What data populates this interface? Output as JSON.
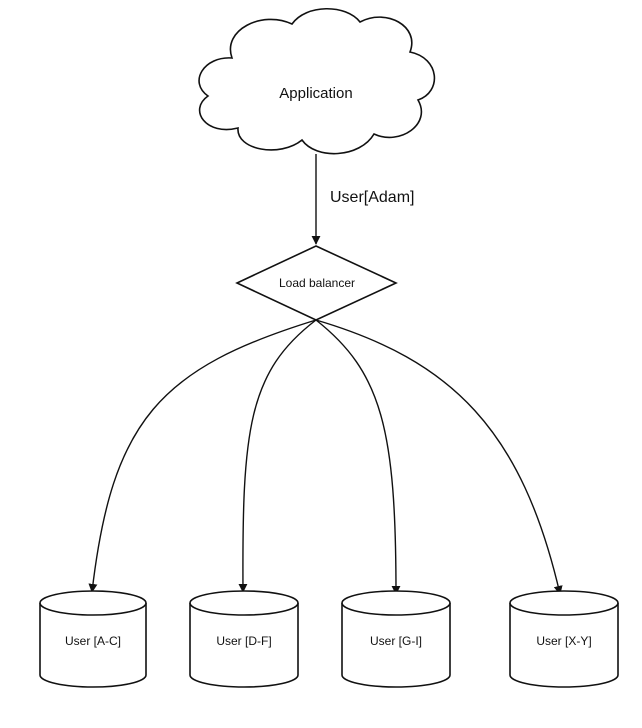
{
  "diagram": {
    "application": {
      "label": "Application"
    },
    "request_edge": {
      "label": "User[Adam]"
    },
    "load_balancer": {
      "label": "Load balancer"
    },
    "databases": [
      {
        "label": "User [A-C]"
      },
      {
        "label": "User [D-F]"
      },
      {
        "label": "User [G-I]"
      },
      {
        "label": "User [X-Y]"
      }
    ]
  }
}
